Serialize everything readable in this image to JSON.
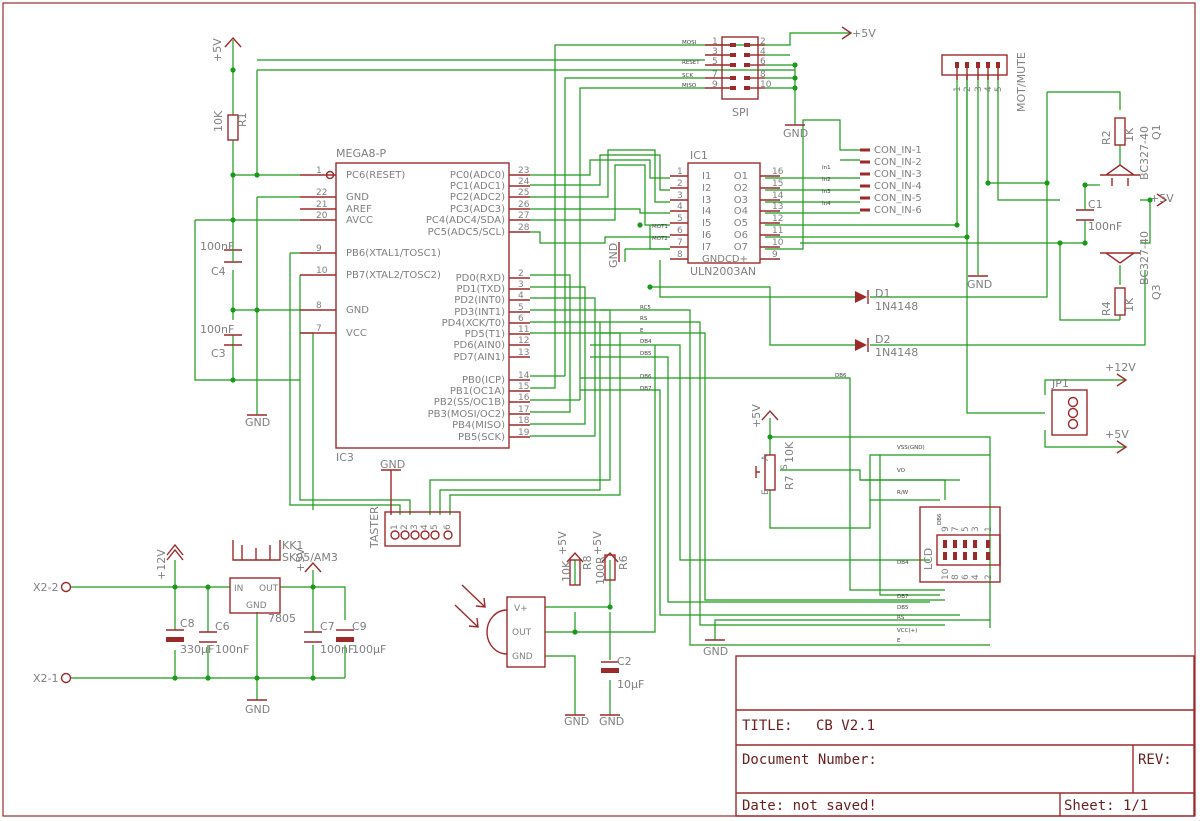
{
  "title_block": {
    "title_label": "TITLE:",
    "title": "CB V2.1",
    "document_number_label": "Document Number:",
    "rev_label": "REV:",
    "date": "Date: not saved!",
    "sheet": "Sheet: 1/1"
  },
  "parts": {
    "ic3": {
      "name": "MEGA8-P",
      "ref": "IC3",
      "left_pins": [
        {
          "num": "1",
          "name": "PC6(RESET)"
        },
        {
          "num": "22",
          "name": "GND"
        },
        {
          "num": "21",
          "name": "AREF"
        },
        {
          "num": "20",
          "name": "AVCC"
        },
        {
          "num": "9",
          "name": "PB6(XTAL1/TOSC1)"
        },
        {
          "num": "10",
          "name": "PB7(XTAL2/TOSC2)"
        },
        {
          "num": "8",
          "name": "GND"
        },
        {
          "num": "7",
          "name": "VCC"
        }
      ],
      "right_pins": [
        {
          "num": "23",
          "name": "PC0(ADC0)"
        },
        {
          "num": "24",
          "name": "PC1(ADC1)"
        },
        {
          "num": "25",
          "name": "PC2(ADC2)"
        },
        {
          "num": "26",
          "name": "PC3(ADC3)"
        },
        {
          "num": "27",
          "name": "PC4(ADC4/SDA)"
        },
        {
          "num": "28",
          "name": "PC5(ADC5/SCL)"
        },
        {
          "num": "2",
          "name": "PD0(RXD)"
        },
        {
          "num": "3",
          "name": "PD1(TXD)"
        },
        {
          "num": "4",
          "name": "PD2(INT0)"
        },
        {
          "num": "5",
          "name": "PD3(INT1)"
        },
        {
          "num": "6",
          "name": "PD4(XCK/T0)"
        },
        {
          "num": "11",
          "name": "PD5(T1)"
        },
        {
          "num": "12",
          "name": "PD6(AIN0)"
        },
        {
          "num": "13",
          "name": "PD7(AIN1)"
        },
        {
          "num": "14",
          "name": "PB0(ICP)"
        },
        {
          "num": "15",
          "name": "PB1(OC1A)"
        },
        {
          "num": "16",
          "name": "PB2(SS/OC1B)"
        },
        {
          "num": "17",
          "name": "PB3(MOSI/OC2)"
        },
        {
          "num": "18",
          "name": "PB4(MISO)"
        },
        {
          "num": "19",
          "name": "PB5(SCK)"
        }
      ]
    },
    "ic1": {
      "ref": "IC1",
      "name": "ULN2003AN",
      "left_pins": [
        {
          "num": "1",
          "name": "I1"
        },
        {
          "num": "2",
          "name": "I2"
        },
        {
          "num": "3",
          "name": "I3"
        },
        {
          "num": "4",
          "name": "I4"
        },
        {
          "num": "5",
          "name": "I5"
        },
        {
          "num": "6",
          "name": "I6"
        },
        {
          "num": "7",
          "name": "I7"
        },
        {
          "num": "8",
          "name": "GND"
        }
      ],
      "right_pins": [
        {
          "num": "16",
          "name": "O1"
        },
        {
          "num": "15",
          "name": "O2"
        },
        {
          "num": "14",
          "name": "O3"
        },
        {
          "num": "13",
          "name": "O4"
        },
        {
          "num": "12",
          "name": "O5"
        },
        {
          "num": "11",
          "name": "O6"
        },
        {
          "num": "10",
          "name": "O7"
        },
        {
          "num": "9",
          "name": "CD+"
        }
      ]
    },
    "spi": {
      "name": "SPI",
      "signals": [
        "MOSI",
        "",
        "RESET",
        "SCK",
        "MISO"
      ],
      "odd_pins": [
        "1",
        "3",
        "5",
        "7",
        "9"
      ],
      "even_pins": [
        "2",
        "4",
        "6",
        "8",
        "10"
      ]
    },
    "con_in": [
      "CON_IN-1",
      "CON_IN-2",
      "CON_IN-3",
      "CON_IN-4",
      "CON_IN-5",
      "CON_IN-6"
    ],
    "con_in_nets": [
      "In1",
      "In2",
      "In3",
      "In4"
    ],
    "mot_nets": [
      "MOT1",
      "MOT2"
    ],
    "mot_mute": {
      "name": "MOT/MUTE",
      "pins": [
        "1",
        "2",
        "3",
        "4",
        "5"
      ]
    },
    "r1": {
      "ref": "R1",
      "value": "10K"
    },
    "r2": {
      "ref": "R2",
      "value": "1K"
    },
    "r4": {
      "ref": "R4",
      "value": "1K"
    },
    "r6": {
      "ref": "R6",
      "value": "100R"
    },
    "r7": {
      "ref": "R7",
      "value": "10K",
      "pin_a": "A",
      "pin_e": "E",
      "pin_s": "S"
    },
    "r8": {
      "ref": "R8",
      "value": "10K"
    },
    "c1": {
      "ref": "C1",
      "value": "100nF"
    },
    "c2": {
      "ref": "C2",
      "value": "10µF"
    },
    "c3": {
      "ref": "C3",
      "value": "100nF"
    },
    "c4": {
      "ref": "C4",
      "value": "100nF"
    },
    "c6": {
      "ref": "C6",
      "value": "100nF"
    },
    "c7": {
      "ref": "C7",
      "value": "100nF"
    },
    "c8": {
      "ref": "C8",
      "value": "330µF"
    },
    "c9": {
      "ref": "C9",
      "value": "100µF"
    },
    "q1": {
      "ref": "Q1",
      "value": "BC327-40"
    },
    "q3": {
      "ref": "Q3",
      "value": "BC327-40"
    },
    "d1": {
      "ref": "D1",
      "value": "1N4148"
    },
    "d2": {
      "ref": "D2",
      "value": "1N4148"
    },
    "jp1": {
      "ref": "JP1"
    },
    "taster": {
      "name": "TASTER",
      "pins": [
        "1",
        "2",
        "3",
        "4",
        "5",
        "6"
      ]
    },
    "lcd": {
      "name": "LCD",
      "top_pins": [
        "10",
        "8",
        "6",
        "4",
        "2"
      ],
      "bottom_pins": [
        "9",
        "7",
        "5",
        "3",
        "1"
      ],
      "pin_label": "DB6"
    },
    "lcd_nets": [
      "VSS(GND)",
      "VO",
      "R/W",
      "DB4",
      "DB7",
      "DB5",
      "RS",
      "VCC(+)",
      "E"
    ],
    "data_nets": [
      "RS",
      "E",
      "DB4",
      "DB5",
      "RC5",
      "DB6",
      "DB7"
    ],
    "kk1": {
      "ref": "KK1",
      "value": "SK95/AM3"
    },
    "reg": {
      "name": "7805",
      "in": "IN",
      "out": "OUT",
      "gnd": "GND"
    },
    "ir": {
      "vplus": "V+",
      "out": "OUT",
      "gnd": "GND"
    },
    "x2_2": "X2-2",
    "x2_1": "X2-1"
  },
  "supply_labels": {
    "plus5": "+5V",
    "plus12": "+12V",
    "gnd": "GND"
  }
}
